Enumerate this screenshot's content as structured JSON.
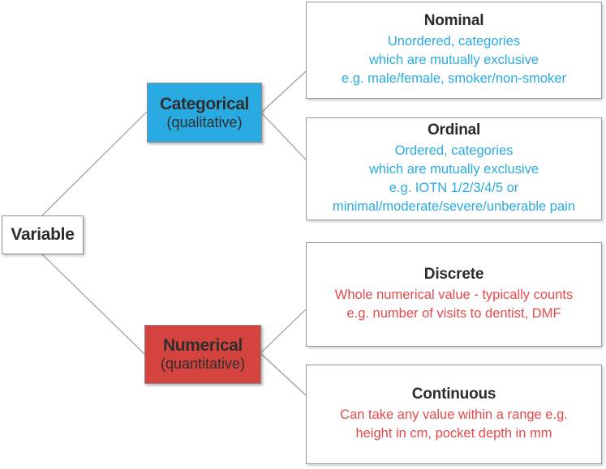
{
  "palette": {
    "categorical_blue": "#29ABE2",
    "numerical_red": "#D5433F",
    "numerical_text_red": "#E4494B",
    "heading_dark": "#2b2b2b",
    "connector_gray": "#999999"
  },
  "tree": {
    "root": {
      "label": "Variable"
    },
    "branches": [
      {
        "id": "categorical",
        "label": "Categorical",
        "sublabel": "(qualitative)",
        "box_color": "#29ABE2",
        "text_color": "#29ABE2",
        "children": [
          {
            "title": "Nominal",
            "lines": [
              "Unordered, categories",
              "which are mutually exclusive",
              "e.g. male/female, smoker/non-smoker"
            ]
          },
          {
            "title": "Ordinal",
            "lines": [
              "Ordered, categories",
              "which are mutually exclusive",
              "e.g. IOTN 1/2/3/4/5 or",
              "minimal/moderate/severe/unberable pain"
            ]
          }
        ]
      },
      {
        "id": "numerical",
        "label": "Numerical",
        "sublabel": "(quantitative)",
        "box_color": "#D5433F",
        "text_color": "#E4494B",
        "children": [
          {
            "title": "Discrete",
            "lines": [
              "Whole numerical value - typically counts",
              "e.g. number of visits to dentist, DMF"
            ]
          },
          {
            "title": "Continuous",
            "lines": [
              "Can take any value within a range e.g.",
              "height in cm, pocket depth in mm"
            ]
          }
        ]
      }
    ]
  }
}
